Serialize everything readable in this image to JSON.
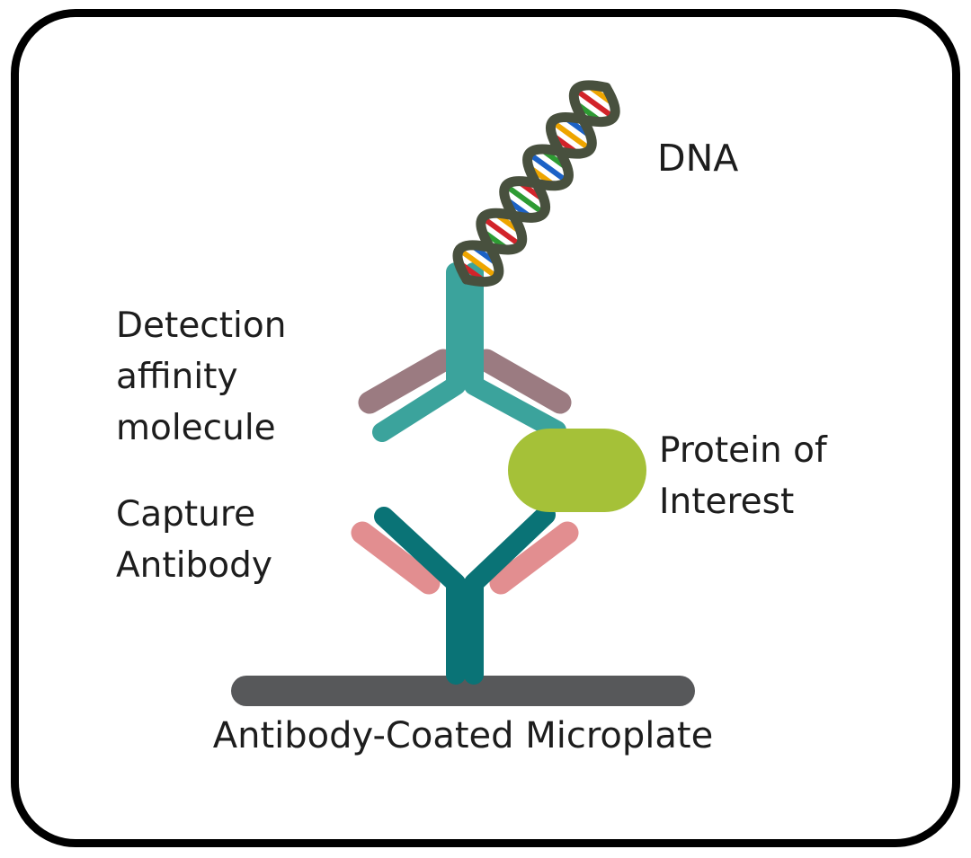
{
  "labels": {
    "dna": "DNA",
    "detection_affinity_molecule": {
      "lines": [
        "Detection",
        "affinity",
        "molecule"
      ]
    },
    "capture_antibody": {
      "lines": [
        "Capture",
        "Antibody"
      ]
    },
    "protein_of_interest": {
      "lines": [
        "Protein of",
        "Interest"
      ]
    },
    "microplate": "Antibody-Coated Microplate"
  },
  "colors": {
    "background": "#ffffff",
    "frame_border": "#000000",
    "text": "#1d1d1d",
    "detection_antibody": "#3ba39c",
    "detection_light_chain": "#9b7b81",
    "capture_antibody": "#0a7376",
    "capture_light_chain": "#e28e90",
    "protein": "#a5c138",
    "microplate": "#57585a",
    "dna_strand": "#48503e",
    "dna_rung_palette": [
      "#d2232a",
      "#eea500",
      "#1c62c6",
      "#2e9b33"
    ]
  }
}
